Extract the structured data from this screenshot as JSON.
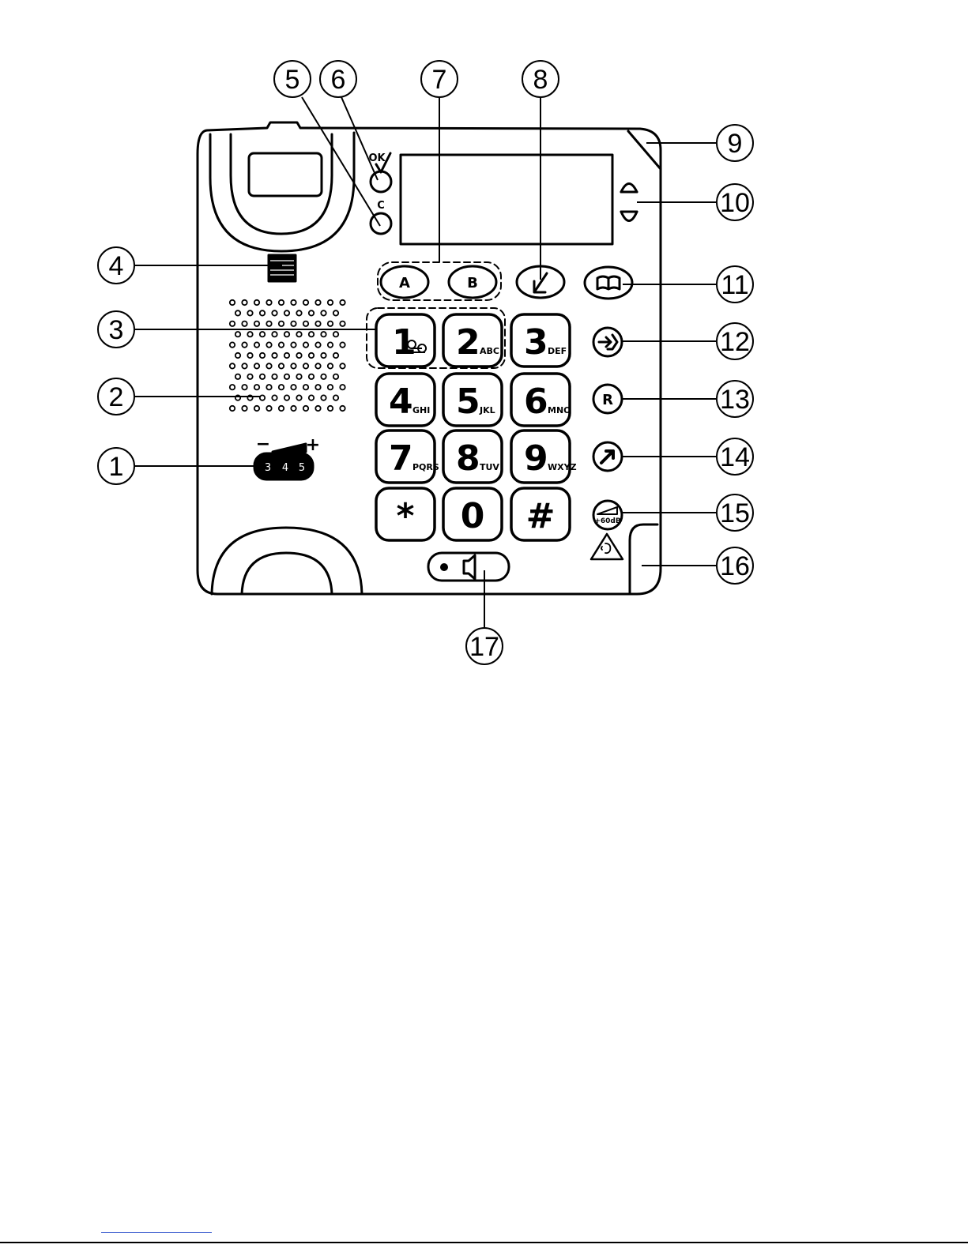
{
  "callouts": [
    "1",
    "2",
    "3",
    "4",
    "5",
    "6",
    "7",
    "8",
    "9",
    "10",
    "11",
    "12",
    "13",
    "14",
    "15",
    "16",
    "17"
  ],
  "buttons": {
    "ok": "OK",
    "c": "C",
    "a": "A",
    "b": "B",
    "r": "R",
    "boost": "+60dB"
  },
  "volume": {
    "minus": "−",
    "plus": "+",
    "levels": [
      "3",
      "4",
      "5"
    ]
  },
  "keypad": [
    {
      "digit": "1",
      "letters": ""
    },
    {
      "digit": "2",
      "letters": "ABC"
    },
    {
      "digit": "3",
      "letters": "DEF"
    },
    {
      "digit": "4",
      "letters": "GHI"
    },
    {
      "digit": "5",
      "letters": "JKL"
    },
    {
      "digit": "6",
      "letters": "MNO"
    },
    {
      "digit": "7",
      "letters": "PQRS"
    },
    {
      "digit": "8",
      "letters": "TUV"
    },
    {
      "digit": "9",
      "letters": "WXYZ"
    },
    {
      "digit": "*",
      "letters": ""
    },
    {
      "digit": "0",
      "letters": ""
    },
    {
      "digit": "#",
      "letters": ""
    }
  ],
  "icons": [
    "voicemail-icon",
    "redial-icon",
    "phonebook-icon",
    "memory-icon",
    "recall-icon",
    "call-icon",
    "amplify-icon",
    "hearing-aid-icon",
    "speaker-icon",
    "arrow-up-icon",
    "arrow-down-icon"
  ]
}
